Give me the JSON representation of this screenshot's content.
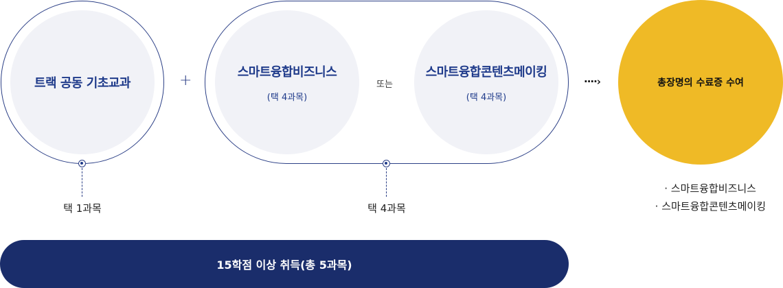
{
  "track_common": {
    "title": "트랙 공동 기초교과",
    "requirement": "택 1과목"
  },
  "plus_symbol": "+",
  "majors": {
    "option_a": {
      "title": "스마트융합비즈니스",
      "sub": "(택 4과목)"
    },
    "or_label": "또는",
    "option_b": {
      "title": "스마트융합콘텐츠메이킹",
      "sub": "(택 4과목)"
    },
    "requirement": "택 4과목"
  },
  "arrow": "····›",
  "certificate": {
    "title": "총장명의 수료증 수여",
    "items": [
      "· 스마트융합비즈니스",
      "· 스마트융합콘텐츠메이킹"
    ]
  },
  "summary_bar": {
    "label": "15학점 이상 취득(총 5과목)"
  },
  "colors": {
    "navy": "#1a2d6b",
    "ring": "#2b3f86",
    "inner_fill": "#f1f2f7",
    "yellow": "#efba26"
  }
}
